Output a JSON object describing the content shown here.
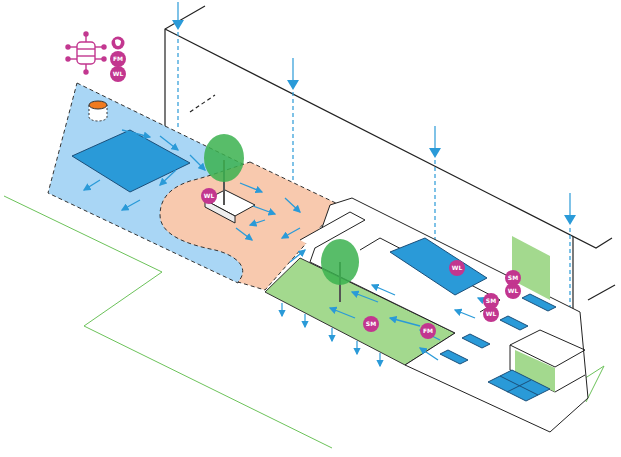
{
  "diagram": {
    "nodes": [
      {
        "text": [
          "FM"
        ]
      },
      {
        "text": [
          "WL"
        ]
      },
      {
        "text": [
          "WL"
        ]
      },
      {
        "text": [
          "WL"
        ]
      },
      {
        "text": [
          "SM"
        ]
      },
      {
        "text": [
          "WL"
        ]
      },
      {
        "text": [
          "SM"
        ]
      },
      {
        "text": [
          "WL"
        ]
      },
      {
        "text": [
          "SM"
        ]
      },
      {
        "text": [
          "FM"
        ]
      }
    ]
  }
}
